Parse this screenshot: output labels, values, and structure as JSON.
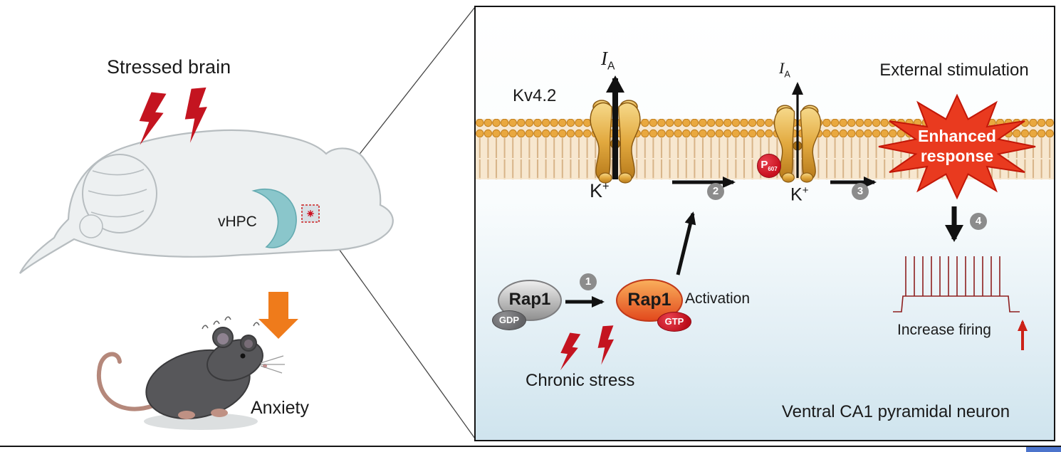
{
  "left_scene": {
    "title": "Stressed brain",
    "brain_region_label": "vHPC",
    "outcome_label": "Anxiety"
  },
  "panel": {
    "channel_name": "Kv4.2",
    "current": {
      "symbol": "I",
      "subscript": "A"
    },
    "ion": {
      "symbol": "K",
      "superscript": "+"
    },
    "phosphosite": {
      "symbol": "P",
      "subscript": "607"
    },
    "steps": [
      "1",
      "2",
      "3",
      "4"
    ],
    "rap1_inactive": {
      "label": "Rap1",
      "badge": "GDP"
    },
    "rap1_active": {
      "label": "Rap1",
      "badge": "GTP"
    },
    "activation_label": "Activation",
    "chronic_stress_label": "Chronic stress",
    "external_stimulation_label": "External stimulation",
    "enhanced_response": {
      "line1": "Enhanced",
      "line2": "response"
    },
    "increase_firing_label": "Increase firing",
    "cell_label": "Ventral CA1 pyramidal neuron"
  },
  "colors": {
    "bolt_red": "#c41420",
    "starburst_red": "#e93a1f",
    "badge_red": "#c8101e",
    "region_teal": "#8ac6cb",
    "arrow_orange": "#ef7b1b",
    "channel_gold": "#e2a93f",
    "trace_maroon": "#8e1f1f"
  }
}
